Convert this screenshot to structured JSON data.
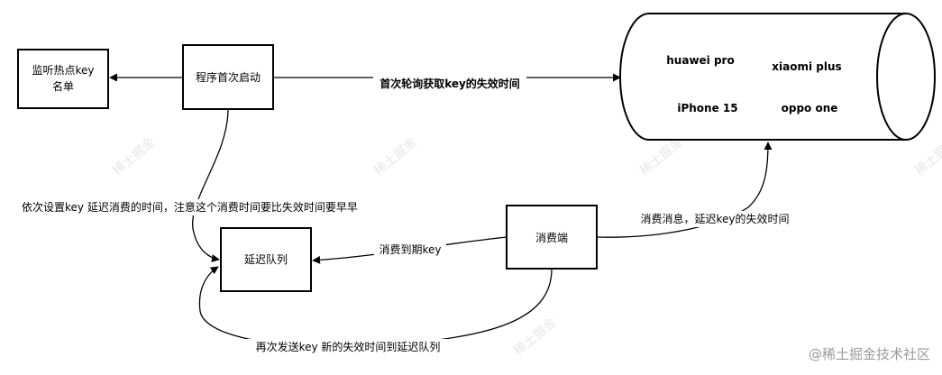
{
  "nodes": {
    "hot_key_list": {
      "line1": "监听热点key",
      "line2": "名单"
    },
    "app_start": {
      "label": "程序首次启动"
    },
    "delay_queue": {
      "label": "延迟队列"
    },
    "consumer": {
      "label": "消费端"
    }
  },
  "database": {
    "items": [
      "huawei pro",
      "xiaomi plus",
      "iPhone 15",
      "oppo one"
    ]
  },
  "edges": {
    "poll_expiry": "首次轮询获取key的失效时间",
    "set_delay": "依次设置key 延迟消费的时间，注意这个消费时间要比失效时间要早早",
    "consume_expired": "消费到期key",
    "consume_msg": "消费消息，延迟key的失效时间",
    "resend": "再次发送key 新的失效时间到延迟队列"
  },
  "watermark": {
    "site": "@稀土掘金技术社区",
    "tiles": [
      "稀土掘金",
      "稀土掘金",
      "稀土掘金",
      "稀土掘金",
      "稀土掘金"
    ]
  }
}
